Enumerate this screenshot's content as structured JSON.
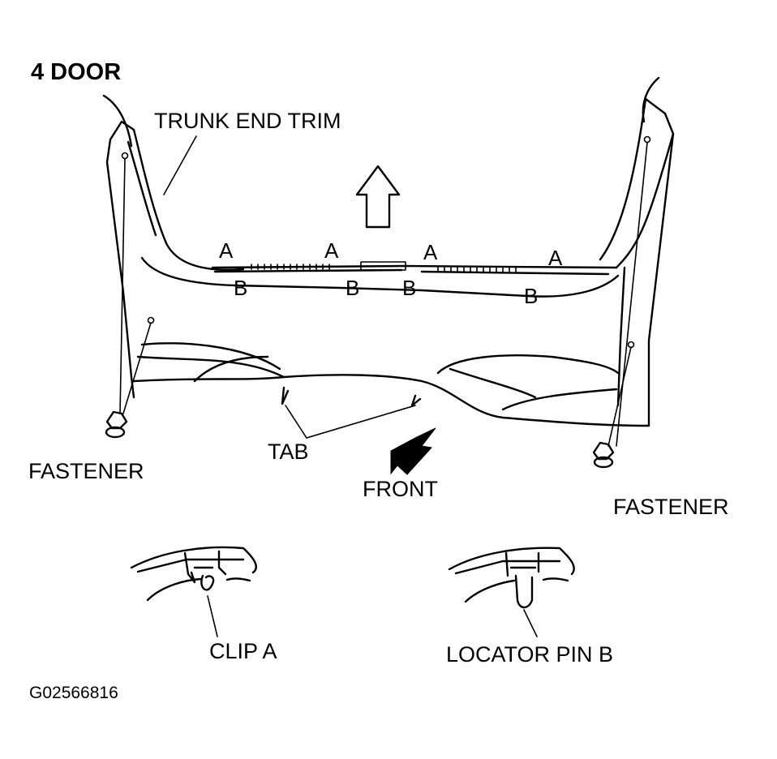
{
  "labels": {
    "title": "4 DOOR",
    "trunk_end_trim": "TRUNK END TRIM",
    "clip_a_markers": [
      "A",
      "A",
      "A",
      "A"
    ],
    "pin_b_markers": [
      "B",
      "B",
      "B",
      "B"
    ],
    "fastener_left": "FASTENER",
    "fastener_right": "FASTENER",
    "tab": "TAB",
    "front": "FRONT",
    "clip_a": "CLIP A",
    "locator_pin_b": "LOCATOR PIN B",
    "figure_id": "G02566816"
  },
  "colors": {
    "ink": "#000000",
    "background": "#ffffff"
  },
  "icons": {
    "up_arrow": "outline-up-arrow-icon",
    "front_arrow": "solid-arrow-icon"
  }
}
